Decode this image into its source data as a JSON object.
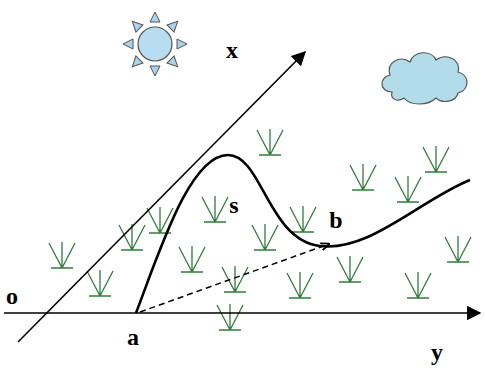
{
  "diagram": {
    "labels": [
      "x",
      "o",
      "a",
      "y",
      "s",
      "b"
    ]
  }
}
